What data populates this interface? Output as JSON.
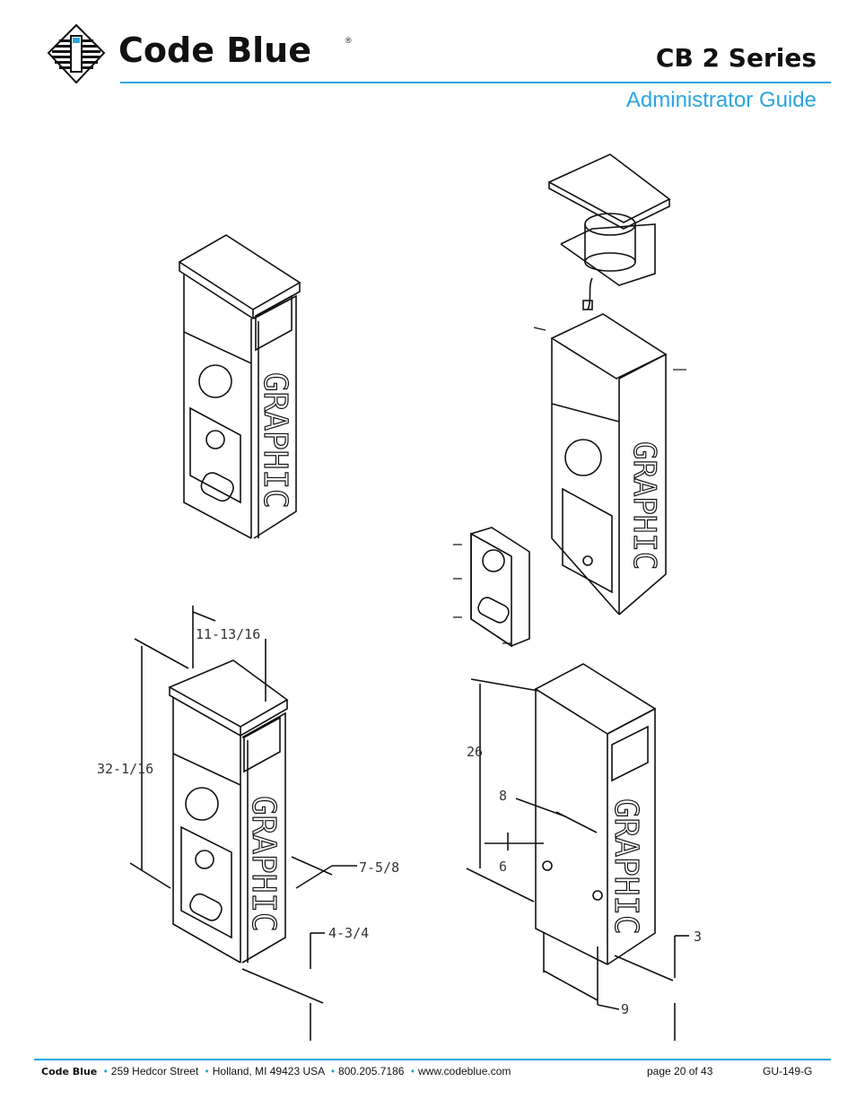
{
  "header": {
    "brand": "Code Blue",
    "series": "CB 2 Series",
    "guide": "Administrator Guide"
  },
  "drawings": {
    "graphic_label": "GRAPHIC",
    "dimensions": {
      "width_top": "11-13/16",
      "height_total": "32-1/16",
      "depth": "7-5/8",
      "base_offset": "4-3/4",
      "height_box": "26",
      "hole_spacing_v": "8",
      "hole_offset": "6",
      "base_bottom": "3",
      "hole_spacing_h": "9"
    }
  },
  "footer": {
    "brand": "Code Blue",
    "address": "259 Hedcor Street",
    "city": "Holland, MI 49423 USA",
    "phone": "800.205.7186",
    "web": "www.codeblue.com",
    "page": "page 20 of  43",
    "doc_id": "GU-149-G"
  },
  "colors": {
    "accent": "#2aa6df",
    "ink": "#111111"
  }
}
